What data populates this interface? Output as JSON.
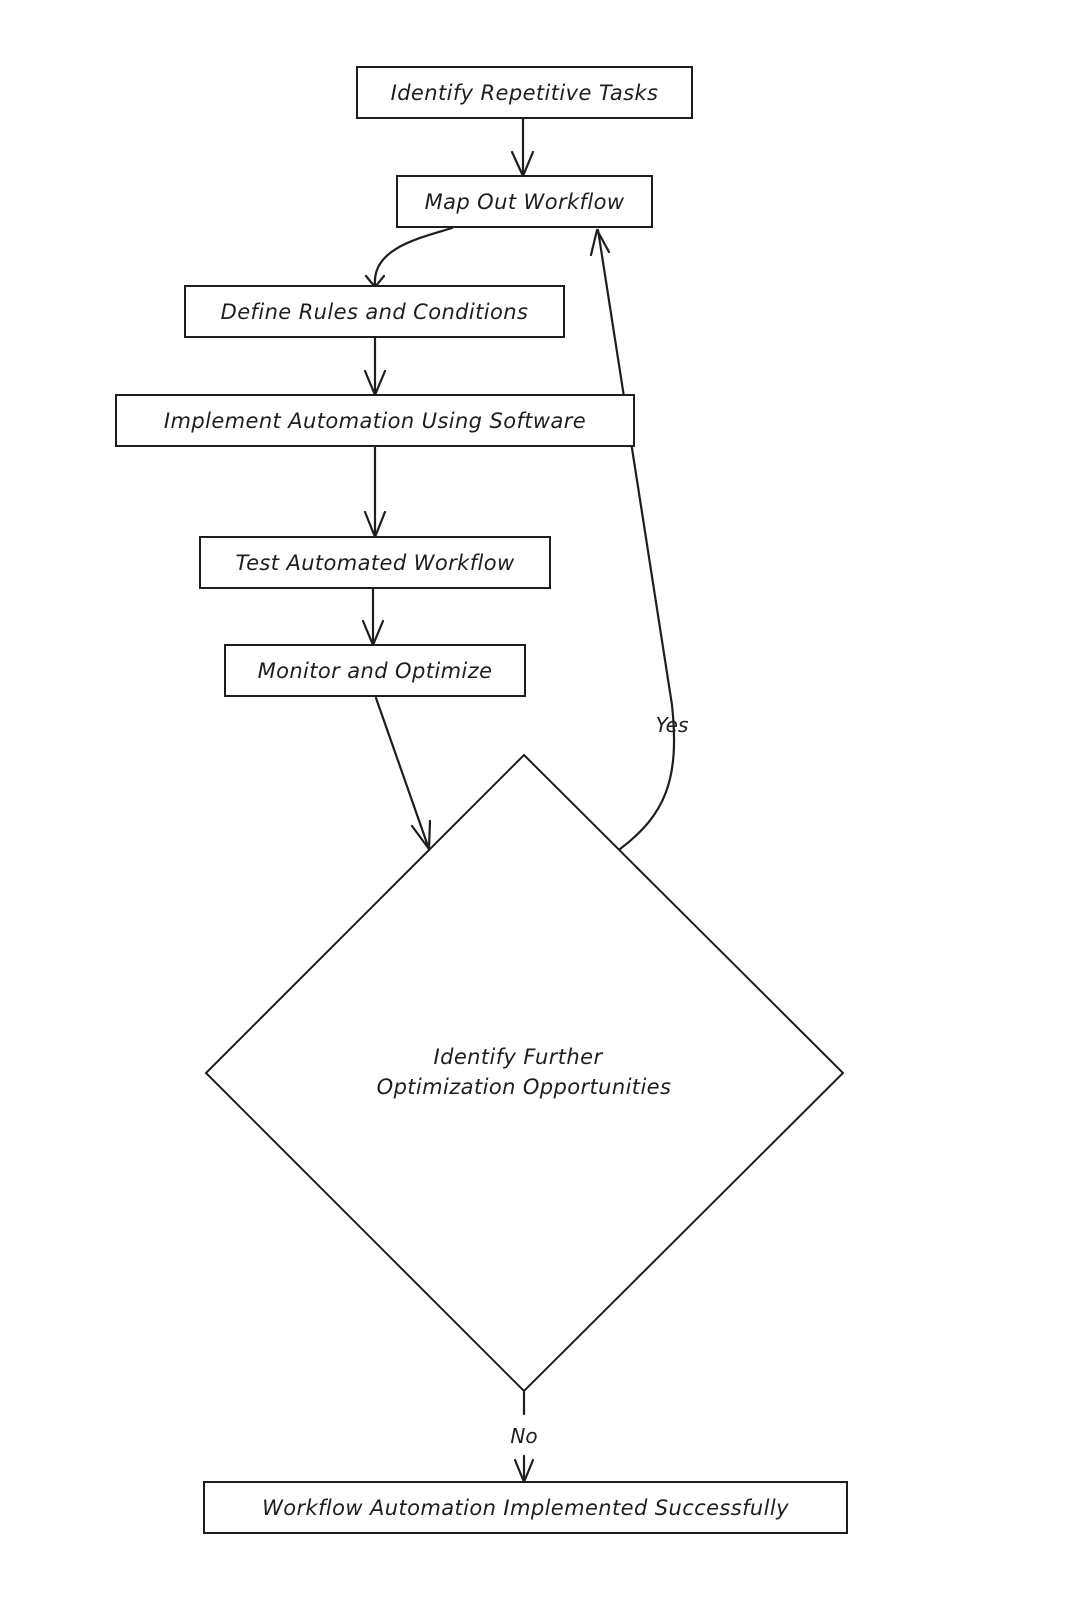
{
  "nodes": {
    "identify_tasks": "Identify Repetitive Tasks",
    "map_workflow": "Map Out Workflow",
    "define_rules": "Define Rules and Conditions",
    "implement": "Implement Automation Using Software",
    "test": "Test Automated Workflow",
    "monitor": "Monitor and Optimize",
    "decision_line1": "Identify Further",
    "decision_line2": "Optimization Opportunities",
    "success": "Workflow Automation Implemented Successfully"
  },
  "edges": {
    "yes_label": "Yes",
    "no_label": "No"
  },
  "colors": {
    "stroke": "#1e1e1e",
    "background": "#ffffff"
  }
}
